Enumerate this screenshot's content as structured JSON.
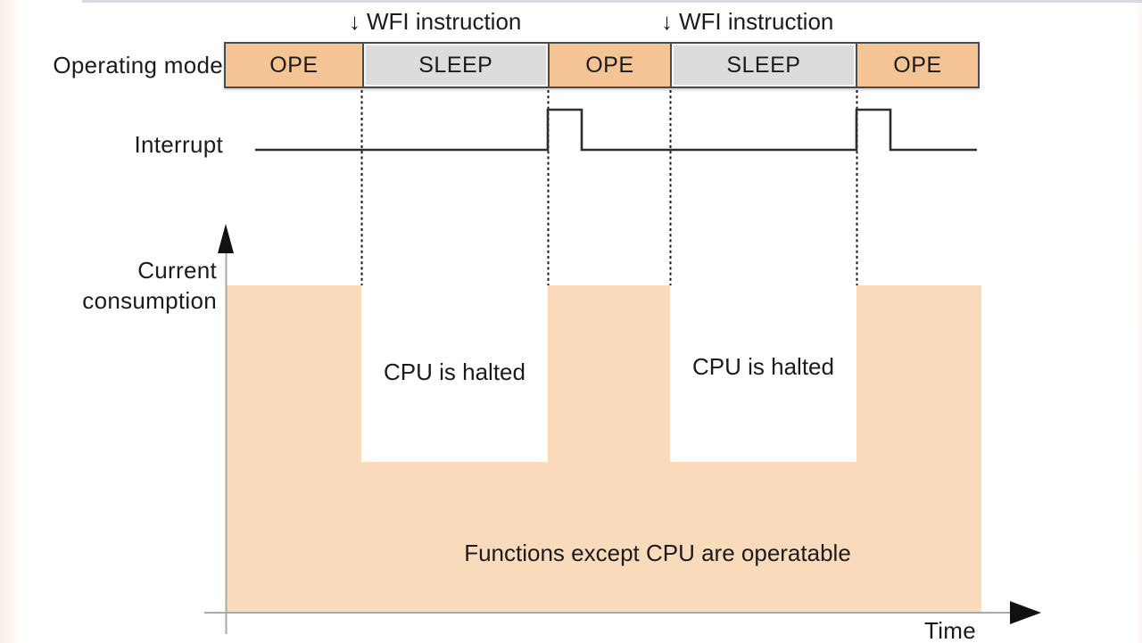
{
  "labels": {
    "operating_mode": "Operating mode",
    "interrupt": "Interrupt",
    "current_line1": "Current",
    "current_line2": "consumption",
    "time_axis": "Time",
    "functions_note": "Functions except CPU are operatable"
  },
  "annotations": {
    "wfi": [
      {
        "arrow": "↓",
        "text": "WFI instruction"
      },
      {
        "arrow": "↓",
        "text": "WFI instruction"
      }
    ],
    "cpu_halted": [
      {
        "text": "CPU is halted"
      },
      {
        "text": "CPU is halted"
      }
    ]
  },
  "mode_timeline": {
    "segments": [
      {
        "label": "OPE",
        "state": "operating"
      },
      {
        "label": "SLEEP",
        "state": "sleep"
      },
      {
        "label": "OPE",
        "state": "operating"
      },
      {
        "label": "SLEEP",
        "state": "sleep"
      },
      {
        "label": "OPE",
        "state": "operating"
      }
    ]
  },
  "semantics": {
    "diagram_type": "timing-diagram",
    "wfi_instruction_marks": "entry into each SLEEP segment",
    "interrupt_signal": "low with a short high pulse at the end of each SLEEP segment",
    "current_consumption": "high during OPE segments, reduced (notched) during SLEEP segments while CPU is halted"
  },
  "colors": {
    "ope_fill": "#f5c495",
    "sleep_fill": "#dcdcdc",
    "consumption_fill": "#f9dbbc",
    "signal_line": "#2e2e2e",
    "dotted_line": "#161616",
    "axis_line": "#a9a9a9",
    "axis_arrow": "#111111",
    "box_border": "#4a4a4a"
  }
}
